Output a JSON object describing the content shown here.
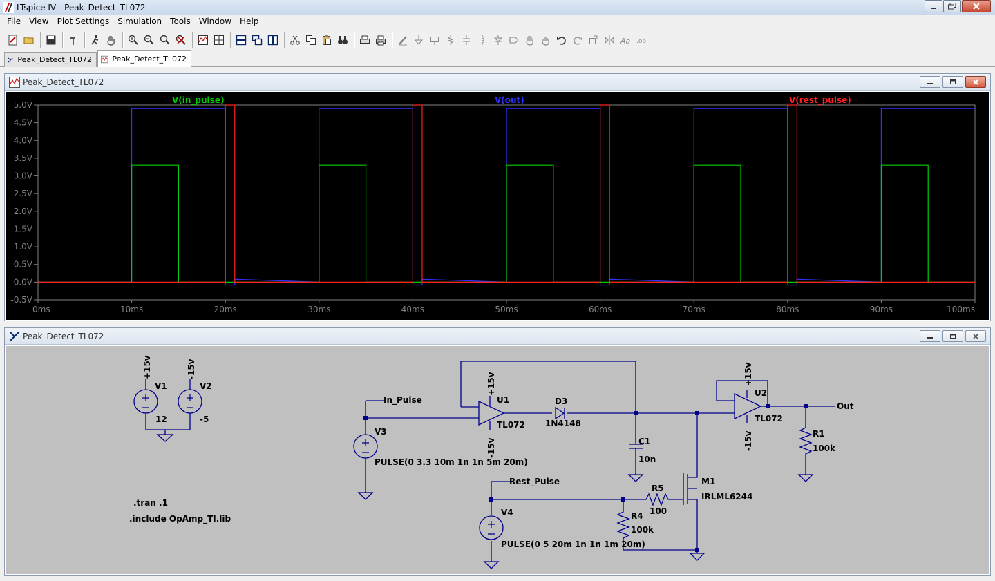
{
  "app": {
    "window_title": "LTspice IV - Peak_Detect_TL072"
  },
  "menu": [
    "File",
    "View",
    "Plot Settings",
    "Simulation",
    "Tools",
    "Window",
    "Help"
  ],
  "doc_tabs": [
    {
      "label": "Peak_Detect_TL072",
      "kind": "schematic",
      "active": false
    },
    {
      "label": "Peak_Detect_TL072",
      "kind": "waveform",
      "active": true
    }
  ],
  "plot_window": {
    "title": "Peak_Detect_TL072",
    "traces": [
      {
        "label": "V(in_pulse)",
        "color": "#00cc00"
      },
      {
        "label": "V(out)",
        "color": "#3030ff"
      },
      {
        "label": "V(rest_pulse)",
        "color": "#ff2020"
      }
    ],
    "y_ticks": [
      "5.0V",
      "4.5V",
      "4.0V",
      "3.5V",
      "3.0V",
      "2.5V",
      "2.0V",
      "1.5V",
      "1.0V",
      "0.5V",
      "0.0V",
      "-0.5V"
    ],
    "x_ticks": [
      "0ms",
      "10ms",
      "20ms",
      "30ms",
      "40ms",
      "50ms",
      "60ms",
      "70ms",
      "80ms",
      "90ms",
      "100ms"
    ]
  },
  "schematic_window": {
    "title": "Peak_Detect_TL072",
    "labels": {
      "v1_net": "+15v",
      "v1_name": "V1",
      "v1_value": "12",
      "v2_net": "-15v",
      "v2_name": "V2",
      "v2_value": "-5",
      "in_pulse": "In_Pulse",
      "v3_name": "V3",
      "v3_value": "PULSE(0 3.3 10m 1n 1n 5m 20m)",
      "u1_plus": "+15v",
      "u1_name": "U1",
      "u1_minus": "-15v",
      "u1_model": "TL072",
      "d3_name": "D3",
      "d3_model": "1N4148",
      "c1_name": "C1",
      "c1_value": "10n",
      "u2_plus": "+15v",
      "u2_name": "U2",
      "u2_minus": "-15v",
      "u2_model": "TL072",
      "out": "Out",
      "r1_name": "R1",
      "r1_value": "100k",
      "rest_pulse": "Rest_Pulse",
      "m1_name": "M1",
      "m1_model": "IRLML6244",
      "r5_name": "R5",
      "r5_value": "100",
      "r4_name": "R4",
      "r4_value": "100k",
      "v4_name": "V4",
      "v4_value": "PULSE(0 5 20m 1n 1n 1m 20m)",
      "tran": ".tran .1",
      "include": ".include OpAmp_TI.lib"
    }
  }
}
